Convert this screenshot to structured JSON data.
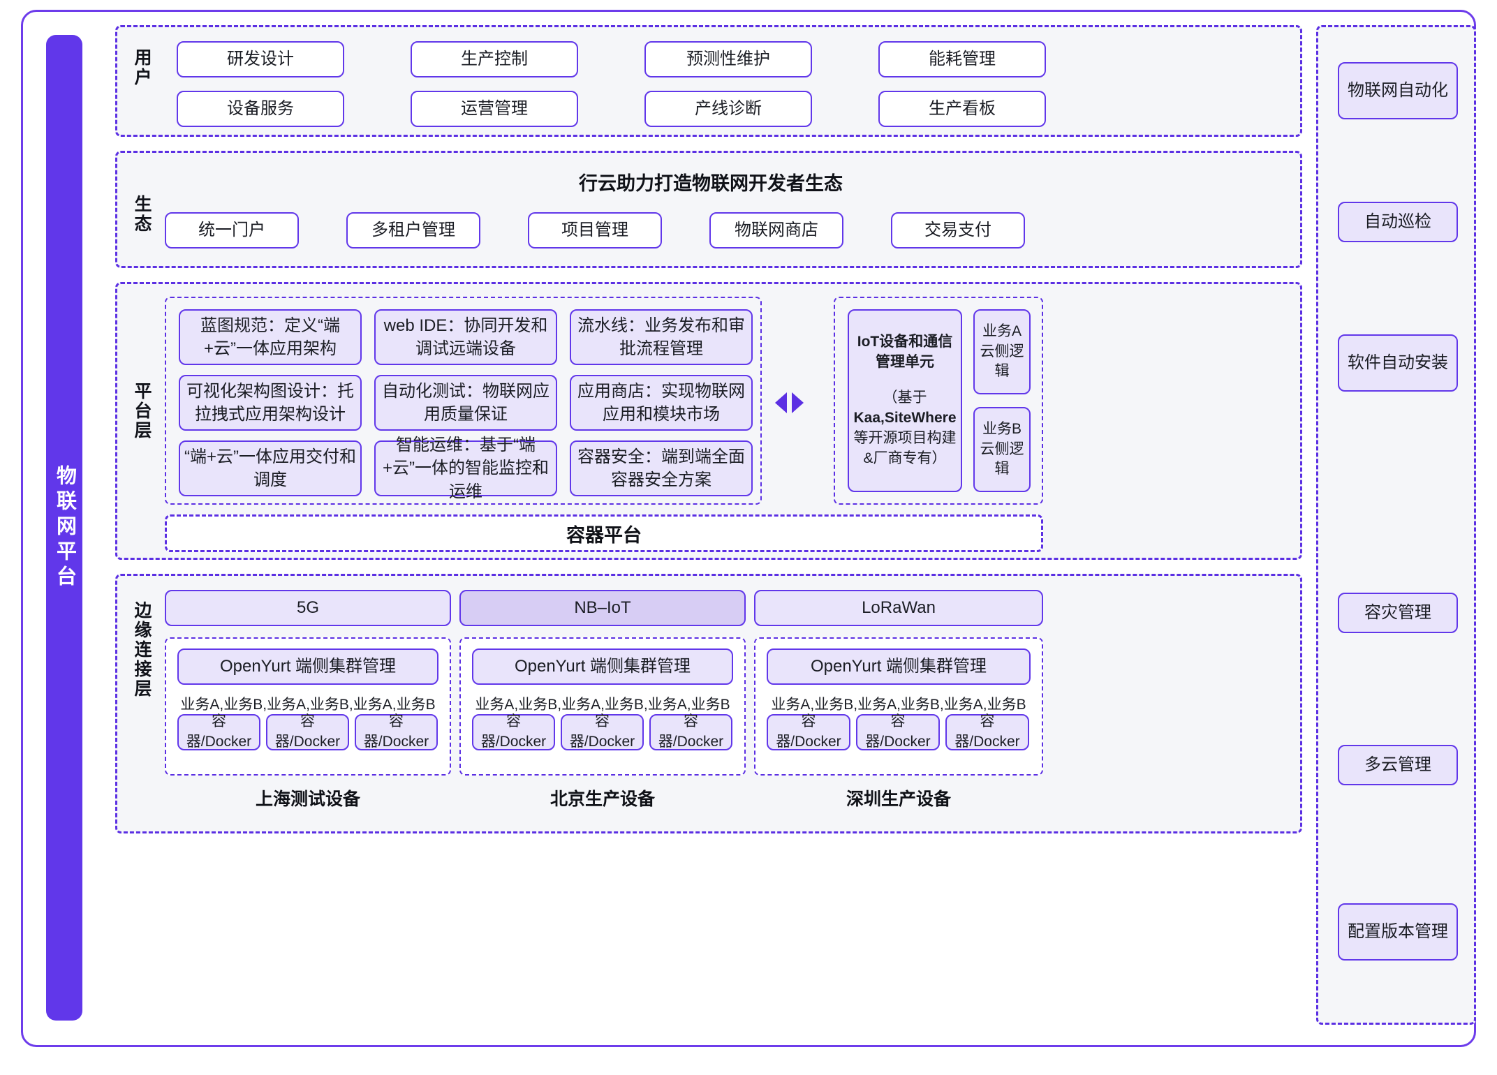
{
  "brand": {
    "vertical_label": "物联网平台"
  },
  "sections": {
    "user": {
      "label": "用户",
      "row1": [
        "研发设计",
        "生产控制",
        "预测性维护",
        "能耗管理"
      ],
      "row2": [
        "设备服务",
        "运营管理",
        "产线诊断",
        "生产看板"
      ]
    },
    "eco": {
      "label": "生态",
      "title": "行云助力打造物联网开发者生态",
      "items": [
        "统一门户",
        "多租户管理",
        "项目管理",
        "物联网商店",
        "交易支付"
      ]
    },
    "platform": {
      "label": "平台层",
      "grid": [
        "蓝图规范：定义“端+云”一体应用架构",
        "web IDE：协同开发和调试远端设备",
        "流水线：业务发布和审批流程管理",
        "可视化架构图设计：托拉拽式应用架构设计",
        "自动化测试：物联网应用质量保证",
        "应用商店：实现物联网应用和模块市场",
        "“端+云”一体应用交付和调度",
        "智能运维：基于“端+云”一体的智能监控和运维",
        "容器安全：端到端全面容器安全方案"
      ],
      "iot_unit": "IoT设备和通信管理单元",
      "iot_unit_note_line1": "（基于",
      "iot_unit_note_line2": "Kaa,SiteWhere",
      "iot_unit_note_line3": "等开源项目构建",
      "iot_unit_note_line4": "&厂商专有）",
      "cloud_logic": [
        "业务A\n云侧逻辑",
        "业务B\n云侧逻辑"
      ],
      "container_platform": "容器平台",
      "arrow_left_icon": "triangle-left-icon",
      "arrow_right_icon": "triangle-right-icon"
    },
    "edge": {
      "label": "边缘连接层",
      "networks": [
        "5G",
        "NB–IoT",
        "LoRaWan"
      ],
      "sites": [
        {
          "cluster": "OpenYurt 端侧集群管理",
          "services": "业务A,业务B,业务A,业务B,业务A,业务B",
          "containers": [
            "容器/Docker",
            "容器/Docker",
            "容器/Docker"
          ],
          "name": "上海测试设备"
        },
        {
          "cluster": "OpenYurt 端侧集群管理",
          "services": "业务A,业务B,业务A,业务B,业务A,业务B",
          "containers": [
            "容器/Docker",
            "容器/Docker",
            "容器/Docker"
          ],
          "name": "北京生产设备"
        },
        {
          "cluster": "OpenYurt 端侧集群管理",
          "services": "业务A,业务B,业务A,业务B,业务A,业务B",
          "containers": [
            "容器/Docker",
            "容器/Docker",
            "容器/Docker"
          ],
          "name": "深圳生产设备"
        }
      ]
    },
    "right_sidebar": {
      "items": [
        "物联网自动化",
        "自动巡检",
        "软件自动安装",
        "容灾管理",
        "多云管理",
        "配置版本管理"
      ]
    }
  },
  "colors": {
    "accent": "#6137ea",
    "dashed_border": "#5b2fe3",
    "section_bg": "#f5f6f9",
    "pill_lilac": "#e9e4fb",
    "pill_lilac_dark": "#d7cdf4",
    "text": "#1b1d24"
  }
}
